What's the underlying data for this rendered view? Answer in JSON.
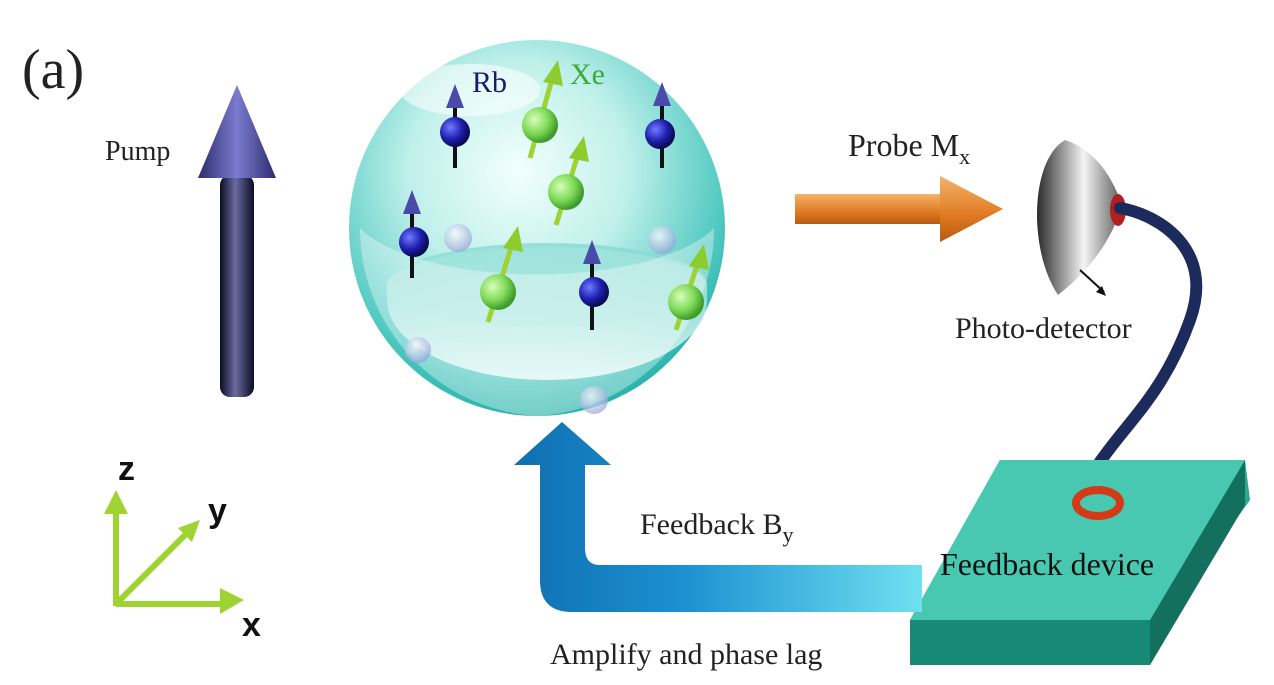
{
  "panel_label": "(a)",
  "pump_label": "Pump",
  "cell": {
    "rb_label": "Rb",
    "xe_label": "Xe"
  },
  "probe": {
    "label": "Probe M",
    "subscript": "x"
  },
  "detector_label": "Photo-detector",
  "feedback_device_label": "Feedback device",
  "feedback": {
    "label": "Feedback B",
    "subscript": "y"
  },
  "amplify_label": "Amplify and phase lag",
  "axes": {
    "z": "z",
    "y": "y",
    "x": "x"
  },
  "colors": {
    "rb_atom": "#1f1fb0",
    "xe_atom": "#7ed957",
    "probe_arrow": "#e8872c",
    "feedback_arrow": "#1b8fd0",
    "device_top": "#37c2a8",
    "cable": "#1c2a5c",
    "pump_arrow": "#2a2a55",
    "axis_arrow": "#9fd332"
  }
}
